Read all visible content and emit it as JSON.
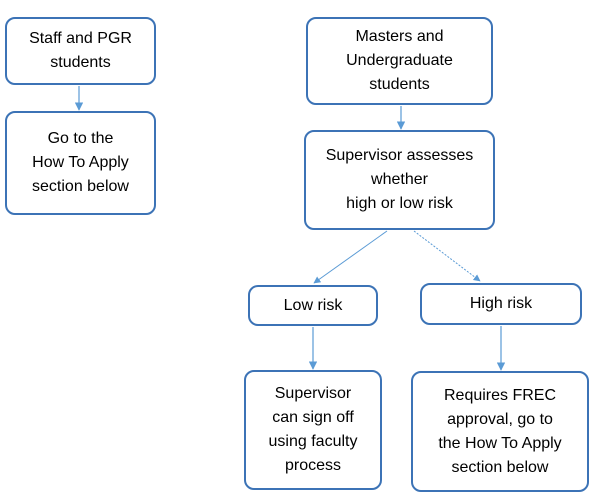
{
  "diagram": {
    "colors": {
      "border": "#3c73b6",
      "arrow": "#5b9bd5",
      "text": "#000000",
      "background": "#ffffff"
    },
    "nodes": {
      "staff_pgr": "Staff and PGR\nstudents",
      "go_to_apply": "Go to the\nHow To Apply\nsection below",
      "masters_ug": "Masters and\nUndergraduate\nstudents",
      "supervisor_assesses": "Supervisor assesses\nwhether\nhigh or low risk",
      "low_risk": "Low risk",
      "high_risk": "High risk",
      "supervisor_sign_off": "Supervisor\ncan sign off\nusing faculty\nprocess",
      "requires_frec": "Requires FREC\napproval, go to\nthe How To Apply\nsection below"
    },
    "edges": [
      {
        "from": "staff_pgr",
        "to": "go_to_apply"
      },
      {
        "from": "masters_ug",
        "to": "supervisor_assesses"
      },
      {
        "from": "supervisor_assesses",
        "to": "low_risk"
      },
      {
        "from": "supervisor_assesses",
        "to": "high_risk"
      },
      {
        "from": "low_risk",
        "to": "supervisor_sign_off"
      },
      {
        "from": "high_risk",
        "to": "requires_frec"
      }
    ]
  }
}
